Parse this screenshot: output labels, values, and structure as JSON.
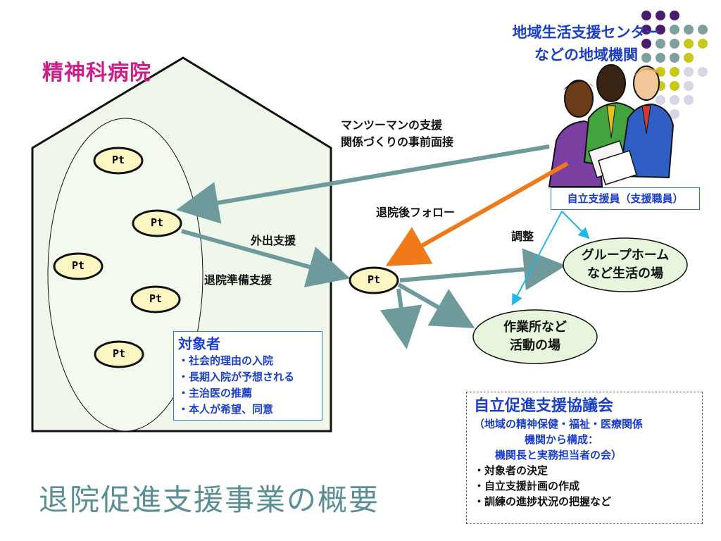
{
  "hospital": {
    "title": "精神科病院"
  },
  "agency": {
    "title_line1": "地域生活支援センター",
    "title_line2": "などの地域機関"
  },
  "patient_label": "Pt",
  "arrows": {
    "preinterview_line1": "マンツーマンの支援",
    "preinterview_line2": "関係づくりの事前面接",
    "followup": "退院後フォロー",
    "outing": "外出支援",
    "discharge_prep": "退院準備支援",
    "coordination": "調整"
  },
  "staff": {
    "label": "自立支援員（支援職員）"
  },
  "group_home": {
    "line1": "グループホーム",
    "line2": "など生活の場"
  },
  "workplace": {
    "line1": "作業所など",
    "line2": "活動の場"
  },
  "target": {
    "heading": "対象者",
    "items": [
      "・社会的理由の入院",
      "・長期入院が予想される",
      "・主治医の推薦",
      "・本人が希望、同意"
    ]
  },
  "council": {
    "heading": "自立促進支援協議会",
    "sub_line1": "（地域の精神保健・福祉・医療関係",
    "sub_line2": "機関から構成：",
    "sub_line3": "機関長と実務担当者の会）",
    "items": [
      "・対象者の決定",
      "・自立支援計画の作成",
      "・訓練の進捗状況の把握など"
    ]
  },
  "main_title": "退院促進支援事業の概要",
  "colors": {
    "teal_arrow": "#6e9a9c",
    "orange_arrow": "#f07a1a",
    "cyan_arrow": "#22b7e8",
    "house_fill": "#eef7ea",
    "node_fill": "#e6f5dc",
    "pt_fill": "#fbf6c2",
    "dot_purple": "#4a1d6b",
    "dot_teal": "#7f9e9e",
    "dot_yellow": "#c8c81a",
    "dot_lavender": "#d6d6e6"
  },
  "icons": [
    "people-group-icon"
  ]
}
